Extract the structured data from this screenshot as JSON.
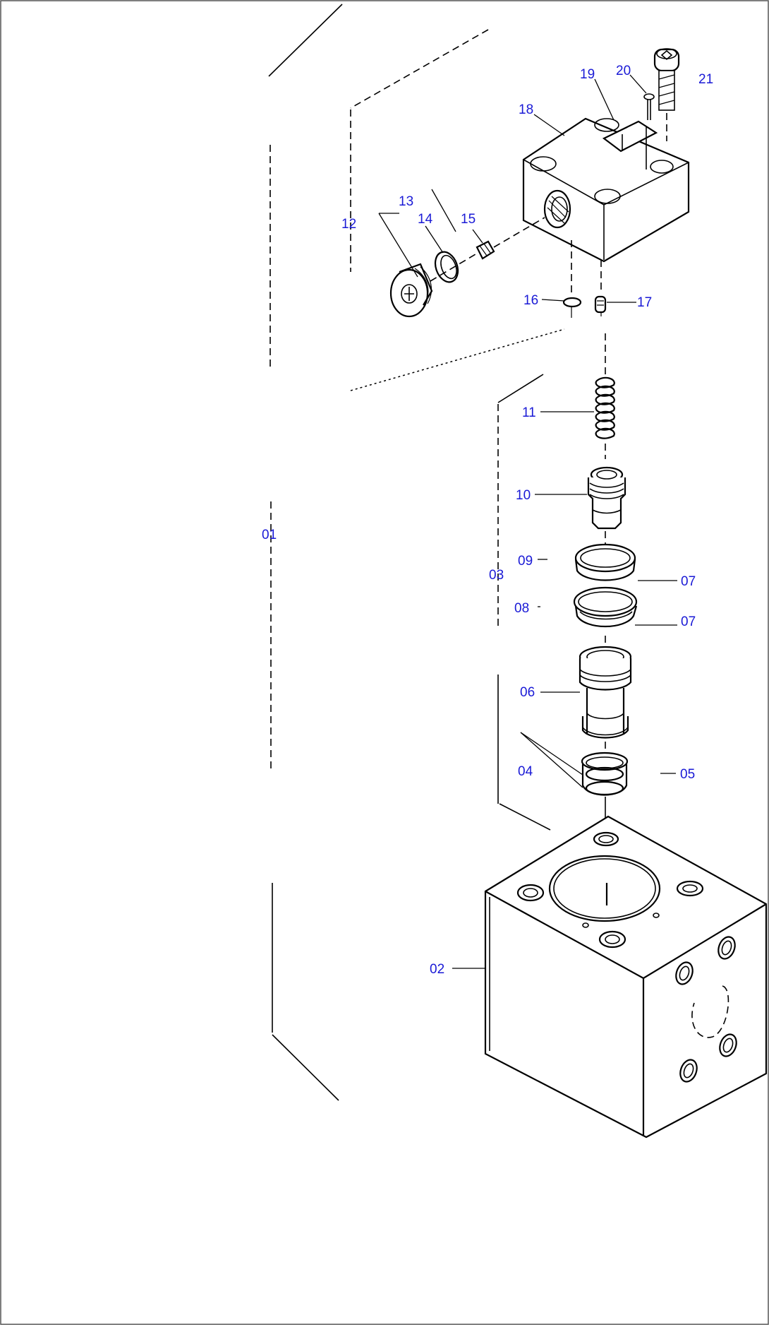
{
  "colors": {
    "callout": "#1a1ad6",
    "line": "#000000",
    "background": "#ffffff"
  },
  "callouts": {
    "c01": "01",
    "c02": "02",
    "c03": "03",
    "c04": "04",
    "c05": "05",
    "c06": "06",
    "c07a": "07",
    "c07b": "07",
    "c08": "08",
    "c09": "09",
    "c10": "10",
    "c11": "11",
    "c12": "12",
    "c13": "13",
    "c14": "14",
    "c15": "15",
    "c16": "16",
    "c17": "17",
    "c18": "18",
    "c19": "19",
    "c20": "20",
    "c21": "21"
  }
}
